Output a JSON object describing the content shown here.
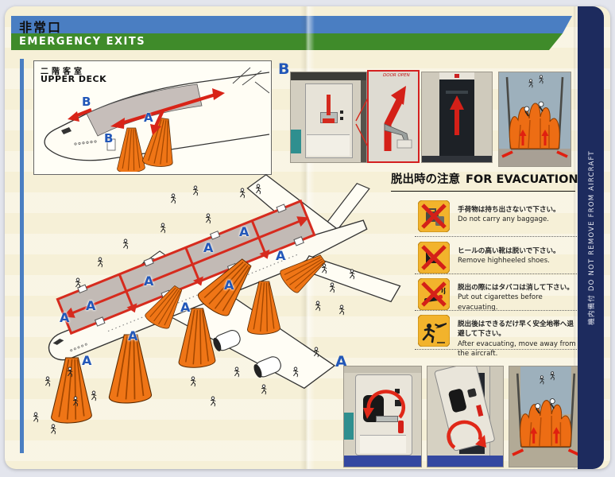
{
  "header": {
    "title_jp": "非常口",
    "title_en": "EMERGENCY EXITS"
  },
  "spine_label": "機内備付  DO NOT REMOVE FROM AIRCRAFT",
  "upper_deck_inset": {
    "label_jp": "二階客室",
    "label_en": "UPPER DECK",
    "exit_b1": "B",
    "exit_a": "A",
    "exit_b2": "B"
  },
  "main_diagram": {
    "exit_label": "A"
  },
  "door_sections": {
    "b_label": "B",
    "a_label": "A",
    "inset_caption": "DOOR OPEN"
  },
  "evacuation": {
    "heading_jp": "脱出時の注意",
    "heading_en": "FOR EVACUATION",
    "rules": [
      {
        "icon": "no-baggage-icon",
        "text_jp": "手荷物は持ち出さないで下さい。",
        "text_en": "Do not carry any baggage."
      },
      {
        "icon": "no-highheel-shoes-icon",
        "text_jp": "ヒールの高い靴は脱いで下さい。",
        "text_en": "Remove highheeled shoes."
      },
      {
        "icon": "no-cigarettes-icon",
        "text_jp": "脱出の際にはタバコは消して下さい。",
        "text_en": "Put out cigarettes before evacuating."
      },
      {
        "icon": "move-away-icon",
        "text_jp": "脱出後はできるだけ早く安全地帯へ退避して下さい。",
        "text_en": "After evacuating, move away from the aircraft."
      }
    ]
  },
  "colors": {
    "header_blue": "#4a7ec2",
    "header_green": "#3f8b2a",
    "spine_navy": "#1d2b5e",
    "exit_letter_blue": "#2257b8",
    "slide_orange": "#ef7516",
    "arrow_red": "#d82418",
    "icon_yellow": "#f2b32c",
    "card_cream": "#f8f4e1"
  }
}
